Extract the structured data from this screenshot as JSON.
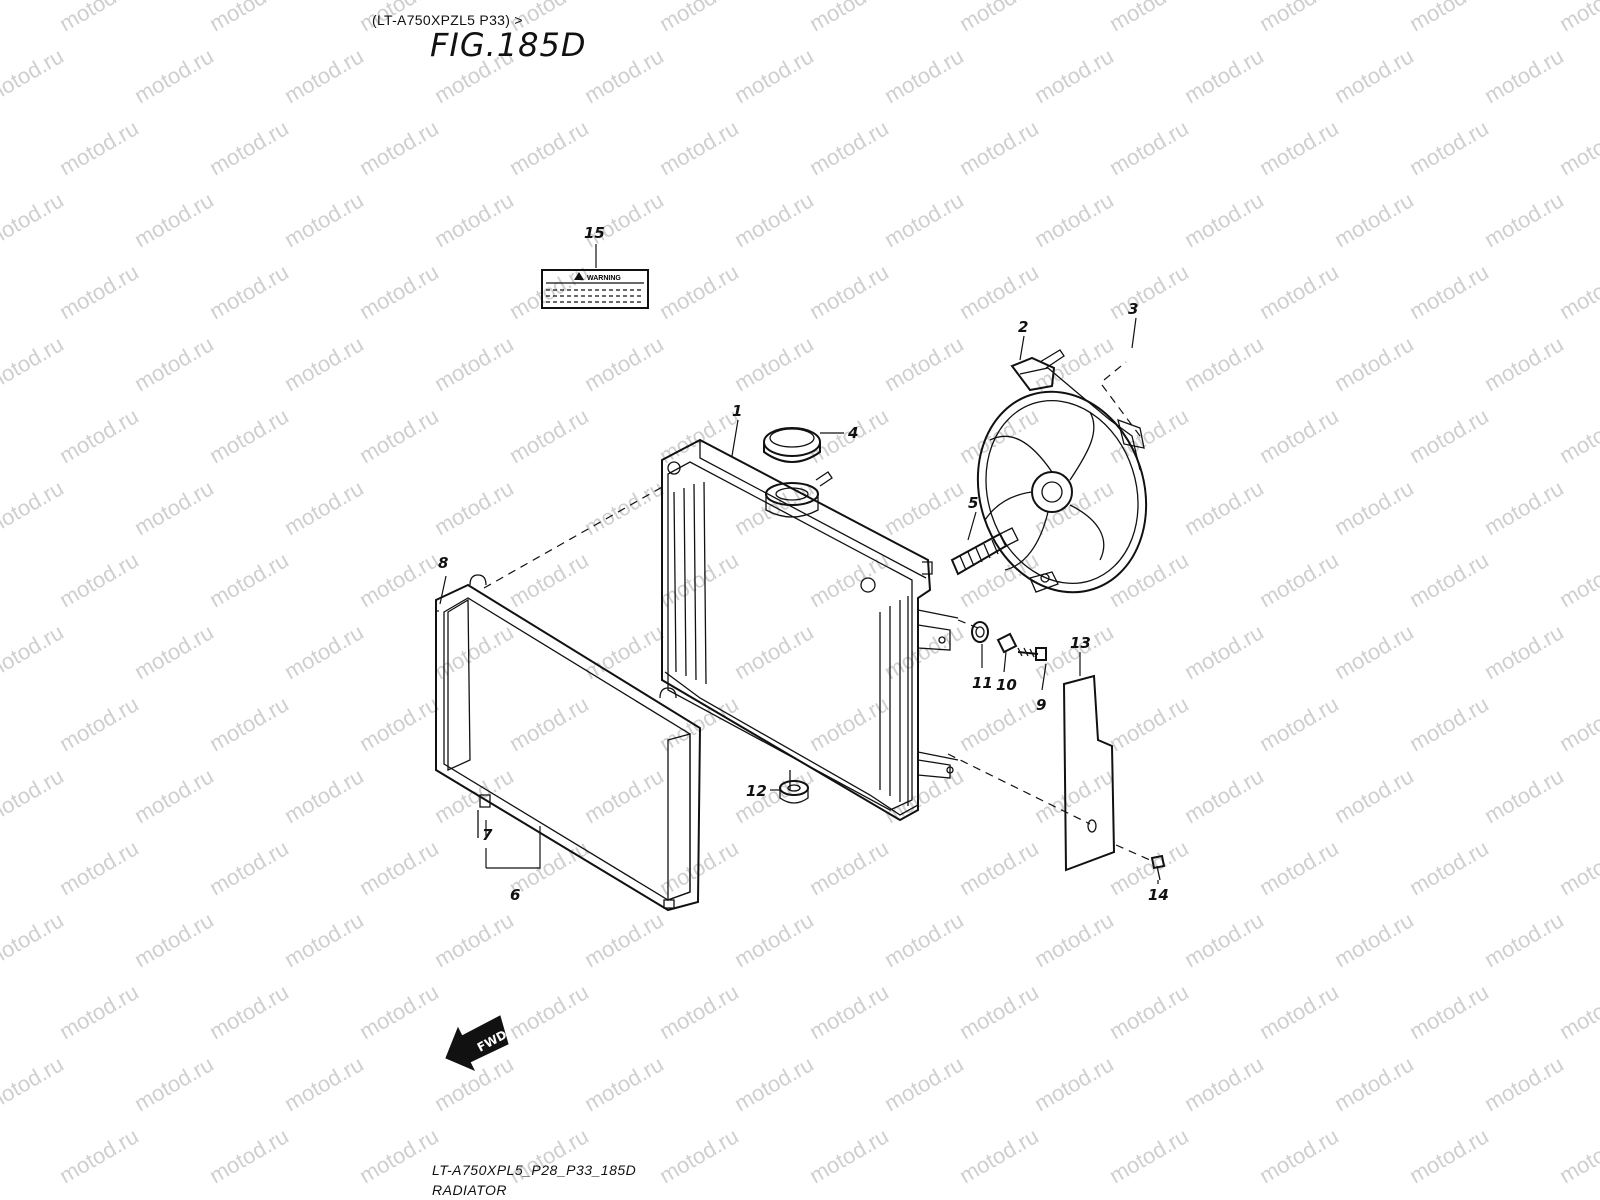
{
  "header": {
    "model": "(LT-A750XPZL5 P33) >",
    "figure": "FIG.185D"
  },
  "footer": {
    "code": "LT-A750XPL5_P28_P33_185D",
    "name": "RADIATOR"
  },
  "watermark": {
    "text": "motod.ru",
    "color": "#cfcfcf"
  },
  "label": {
    "warning_text": "WARNING"
  },
  "fwd": {
    "text": "FWD"
  },
  "parts": [
    {
      "number": "1",
      "icon": "radiator-icon"
    },
    {
      "number": "2",
      "icon": "fan-bracket-icon"
    },
    {
      "number": "3",
      "icon": "bolt-icon"
    },
    {
      "number": "4",
      "icon": "radiator-cap-icon"
    },
    {
      "number": "5",
      "icon": "fan-motor-icon"
    },
    {
      "number": "6",
      "icon": "radiator-screen-icon"
    },
    {
      "number": "7",
      "icon": "clip-icon"
    },
    {
      "number": "8",
      "icon": "screw-icon"
    },
    {
      "number": "9",
      "icon": "bolt-icon"
    },
    {
      "number": "10",
      "icon": "collar-icon"
    },
    {
      "number": "11",
      "icon": "cushion-icon"
    },
    {
      "number": "12",
      "icon": "mount-cushion-icon"
    },
    {
      "number": "13",
      "icon": "side-cover-icon"
    },
    {
      "number": "14",
      "icon": "bolt-icon"
    },
    {
      "number": "15",
      "icon": "warning-label-icon"
    }
  ]
}
